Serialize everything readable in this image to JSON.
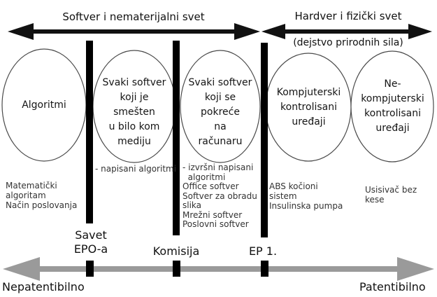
{
  "top_axes": {
    "left_label": "Softver i nematerijalni svet",
    "right_label": "Hardver i fizički svet",
    "right_sublabel": "(dejstvo prirodnih sila)"
  },
  "shapes": {
    "arrow_color": "#111111",
    "bar_color": "#000000",
    "ellipse_stroke": "#4a4a4a",
    "ellipse_fill": "#ffffff"
  },
  "columns": [
    {
      "ellipse_text": "Algoritmi",
      "examples": "Matematički\nalgoritam\nNačin poslovanja"
    },
    {
      "ellipse_text": "Svaki softver\nkoji je\nsmešten\nu bilo kom\nmediju",
      "examples": "- napisani algoritmi"
    },
    {
      "ellipse_text": "Svaki softver\nkoji se\npokreće\nna\nračunaru",
      "examples": "- izvršni napisani\n  algoritmi\nOffice softver\nSoftver za obradu\nslika\nMrežni softver\nPoslovni softver"
    },
    {
      "ellipse_text": "Kompjuterski\nkontrolisani\nuređaji",
      "examples": "ABS kočioni\nsistem\nInsulinska pumpa"
    },
    {
      "ellipse_text": "Ne-\nkompjuterski\nkontrolisani\nuređaji",
      "examples": "Usisivač bez\nkese"
    }
  ],
  "dividers": [
    {
      "label": "Savet\nEPO-a"
    },
    {
      "label": "Komisija"
    },
    {
      "label": "EP 1."
    }
  ],
  "bottom_axis": {
    "left_label": "Nepatentibilno",
    "right_label": "Patentibilno",
    "color": "#9a9a9a",
    "tick_color": "#000000"
  }
}
